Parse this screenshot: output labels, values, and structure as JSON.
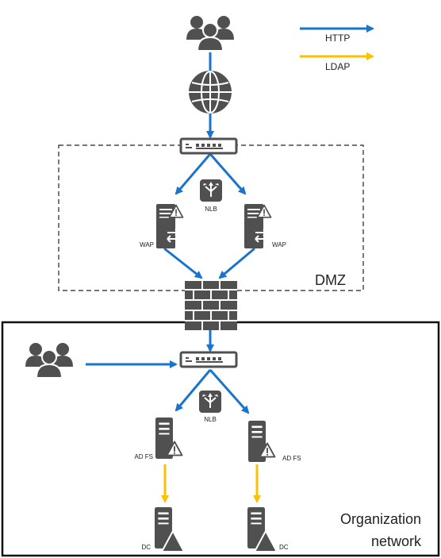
{
  "legend": {
    "http_label": "HTTP",
    "ldap_label": "LDAP"
  },
  "zones": {
    "dmz_label": "DMZ",
    "org_label_line1": "Organization",
    "org_label_line2": "network"
  },
  "nodes": {
    "nlb_dmz_label": "NLB",
    "wap_left_label": "WAP",
    "wap_right_label": "WAP",
    "nlb_org_label": "NLB",
    "adfs_left_label": "AD FS",
    "adfs_right_label": "AD FS",
    "dc_left_label": "DC",
    "dc_right_label": "DC"
  },
  "colors": {
    "http": "#1874CD",
    "ldap": "#FFC000",
    "icon": "#505050"
  },
  "icons": [
    "users-icon",
    "globe-icon",
    "switch-icon",
    "nlb-icon",
    "server-warning-icon",
    "firewall-icon",
    "server-icon"
  ]
}
